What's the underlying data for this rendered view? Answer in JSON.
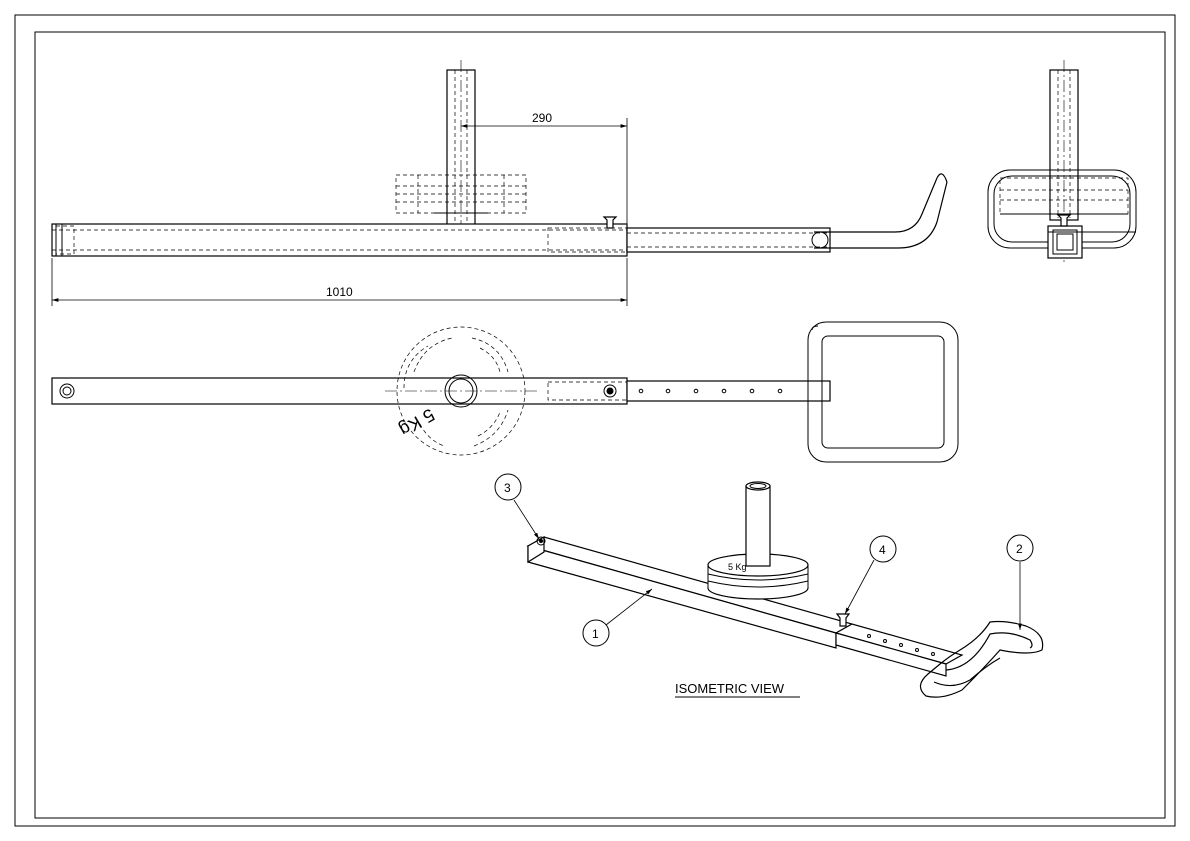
{
  "drawing": {
    "dimensions": {
      "short": "290",
      "overall": "1010"
    },
    "plate_label": "5 Kg",
    "balloons": [
      "1",
      "2",
      "3",
      "4"
    ],
    "view_title": "ISOMETRIC VIEW"
  }
}
